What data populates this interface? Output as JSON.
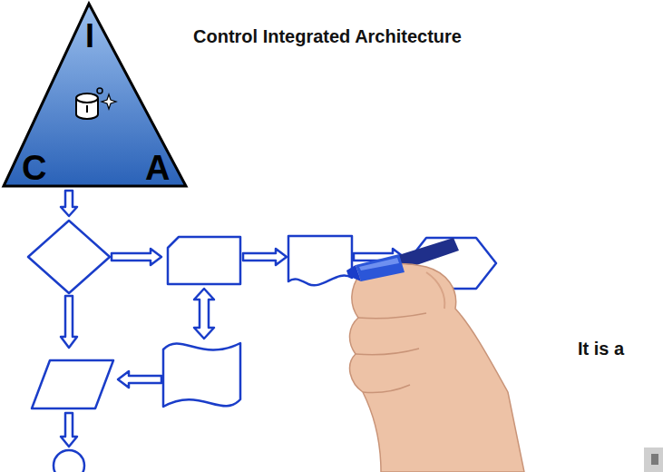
{
  "diagram": {
    "title": "Control Integrated Architecture",
    "nodes": [
      {
        "text": [
          "I",
          "C",
          "A"
        ]
      }
    ],
    "labels": [
      "It is a"
    ]
  }
}
